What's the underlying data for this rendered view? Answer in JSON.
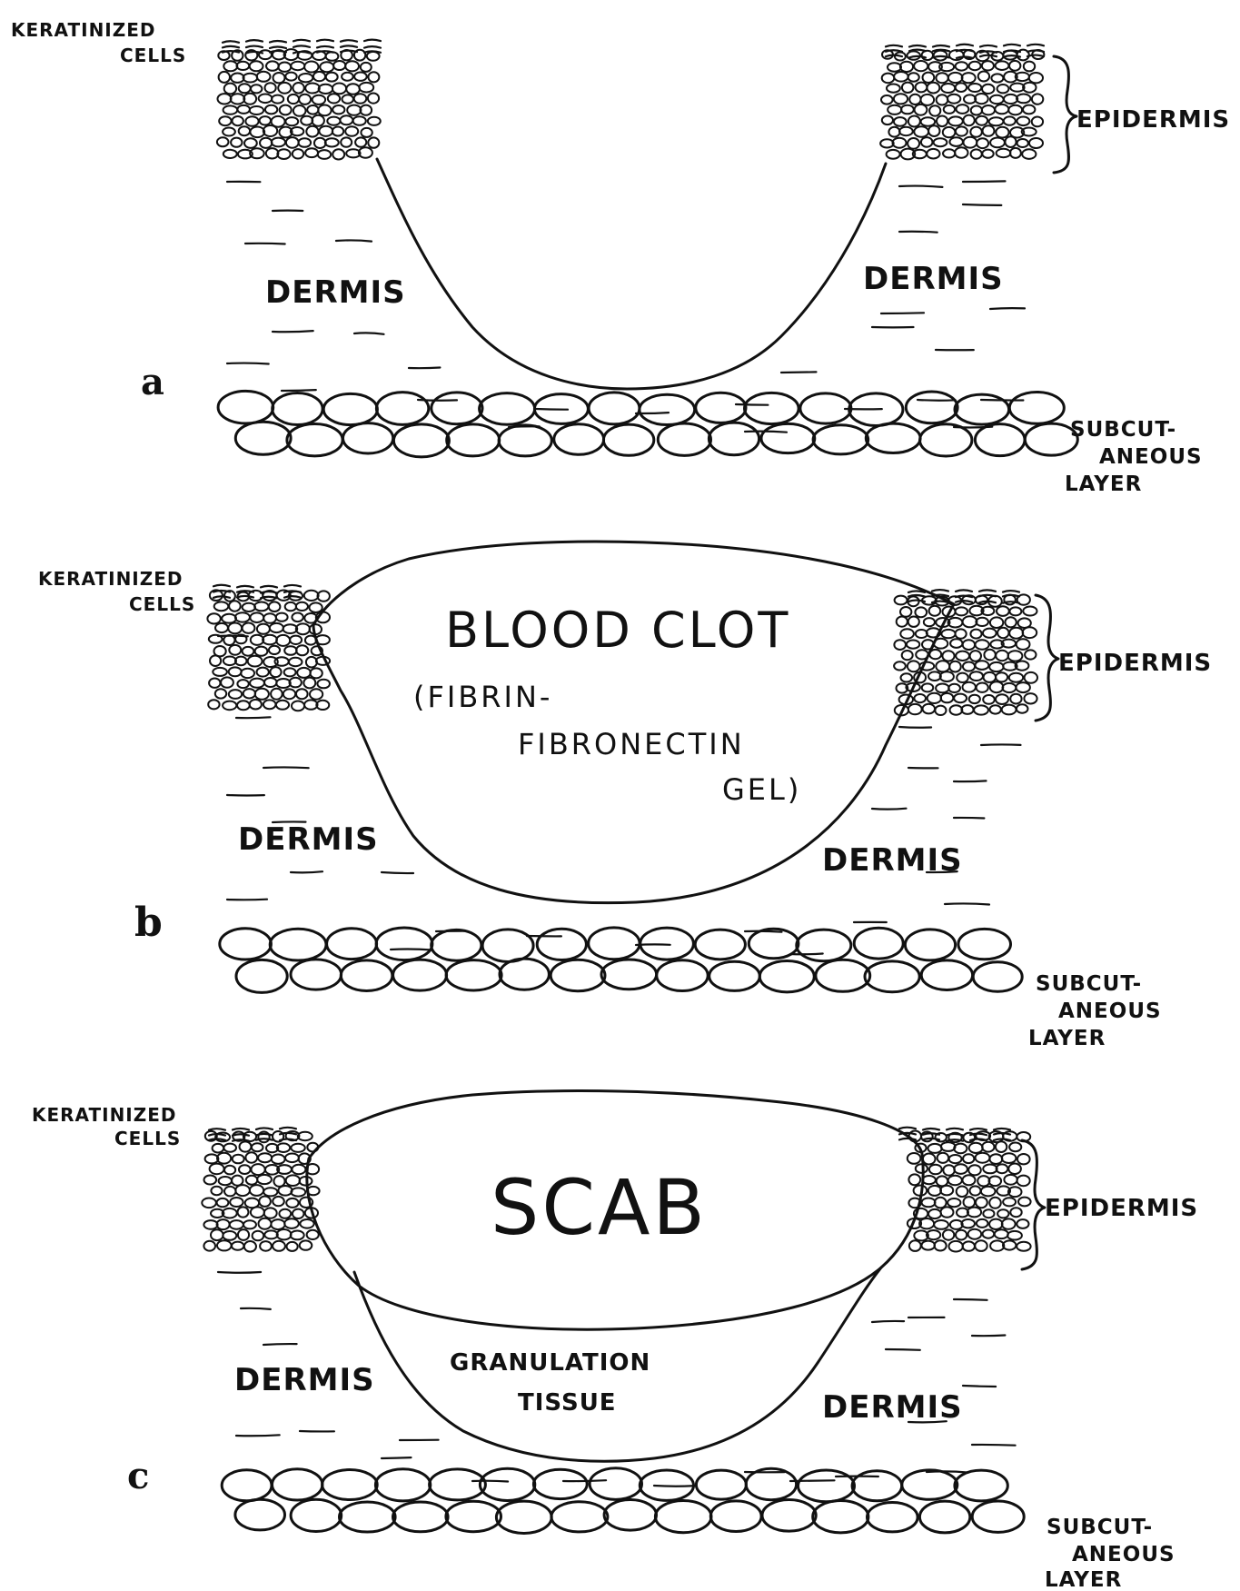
{
  "panels": [
    {
      "letter": "a",
      "keratinized_1": "KERATINIZED",
      "keratinized_2": "CELLS",
      "epidermis": "EPIDERMIS",
      "dermis_left": "DERMIS",
      "dermis_right": "DERMIS",
      "subcut_1": "SUBCUT-",
      "subcut_2": "ANEOUS",
      "subcut_3": "LAYER"
    },
    {
      "letter": "b",
      "keratinized_1": "KERATINIZED",
      "keratinized_2": "CELLS",
      "epidermis": "EPIDERMIS",
      "dermis_left": "DERMIS",
      "dermis_right": "DERMIS",
      "subcut_1": "SUBCUT-",
      "subcut_2": "ANEOUS",
      "subcut_3": "LAYER",
      "clot_title": "BLOOD CLOT",
      "clot_sub_1": "(FIBRIN-",
      "clot_sub_2": "FIBRONECTIN",
      "clot_sub_3": "GEL)"
    },
    {
      "letter": "c",
      "keratinized_1": "KERATINIZED",
      "keratinized_2": "CELLS",
      "epidermis": "EPIDERMIS",
      "dermis_left": "DERMIS",
      "dermis_right": "DERMIS",
      "subcut_1": "SUBCUT-",
      "subcut_2": "ANEOUS",
      "subcut_3": "LAYER",
      "scab": "SCAB",
      "granulation_1": "GRANULATION",
      "granulation_2": "TISSUE"
    }
  ]
}
